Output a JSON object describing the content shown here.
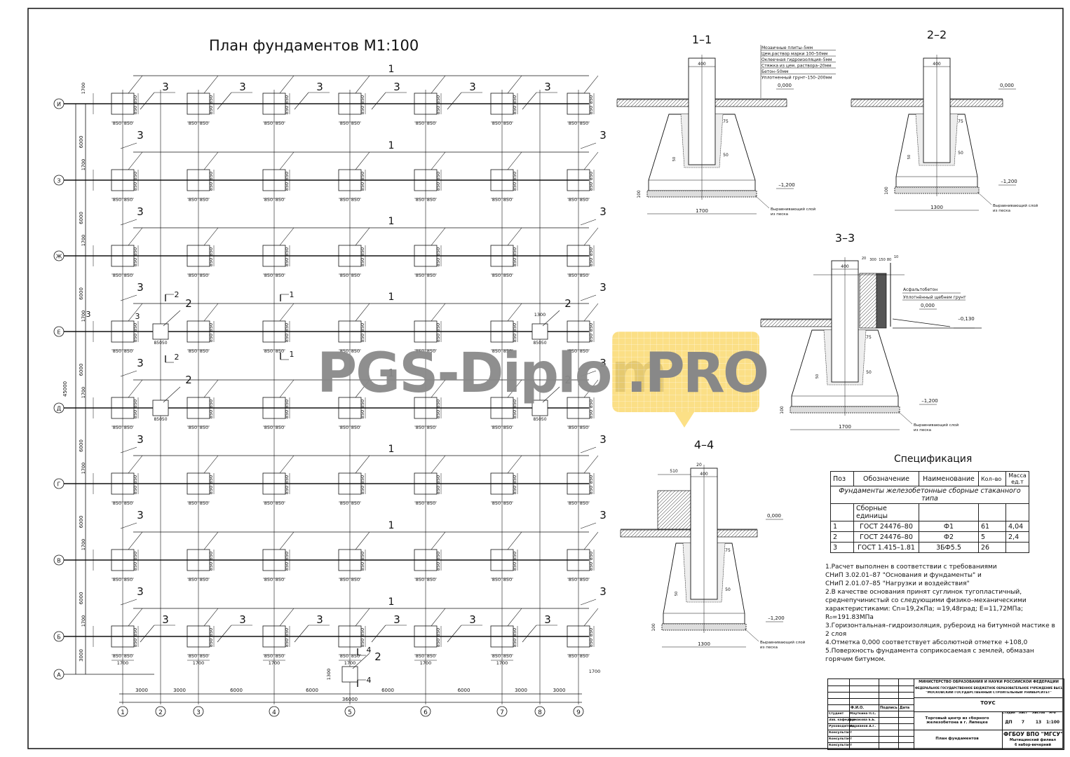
{
  "plan": {
    "title": "План фундаментов   М1:100",
    "rows": [
      "И",
      "З",
      "Ж",
      "Е",
      "Д",
      "Г",
      "В",
      "Б",
      "А"
    ],
    "cols": [
      "1",
      "2",
      "3",
      "4",
      "5",
      "6",
      "7",
      "8",
      "9"
    ],
    "row_spacing": [
      "6000",
      "6000",
      "6000",
      "6000",
      "6000",
      "6000",
      "6000",
      "3000"
    ],
    "row_total": "45000",
    "col_spacing": [
      "3000",
      "3000",
      "6000",
      "6000",
      "6000",
      "6000",
      "3000",
      "3000"
    ],
    "col_total": "36000",
    "half_dim": "850",
    "f1_dim": "1700",
    "f2_dim": "1300",
    "mark_beam": "1",
    "mark_f2": "2",
    "mark_strap": "3",
    "section_marks": [
      "1",
      "2",
      "3",
      "4"
    ]
  },
  "sections": {
    "s1": {
      "title": "1–1",
      "col": "400",
      "ground": "0,000",
      "bottom": "–1,200",
      "base": "1700",
      "pad": "100",
      "gap_top": "75",
      "gap_bot": "50",
      "gap_side": "50",
      "sand": "Выравнивающий слой",
      "sand2": "из песка",
      "layers": [
        "Мозаичные плиты–5мм",
        "Цем.раствор марки 100–50мм",
        "Оклеечная гидроизоляция–5мм",
        "Стяжка из цем. раствора–20мм",
        "Бетон–50мм",
        "Уплотненный грунт–150–200мм"
      ]
    },
    "s2": {
      "title": "2–2",
      "col": "400",
      "ground": "0,000",
      "bottom": "–1,200",
      "base": "1300",
      "pad": "100",
      "gap_top": "75",
      "gap_bot": "50",
      "gap_side": "50",
      "sand": "Выравнивающий слой",
      "sand2": "из песка"
    },
    "s3": {
      "title": "3–3",
      "col": "400",
      "ground": "0,000",
      "bottom": "–1,200",
      "base": "1700",
      "pad": "100",
      "gap_top": "75",
      "gap_bot": "50",
      "gap_side": "50",
      "sand": "Выравнивающий слой",
      "sand2": "из песка",
      "wall_dims": [
        "20",
        "300",
        "150",
        "80",
        "10"
      ],
      "outside": "–0,130",
      "layers": [
        "Асфальтобетон",
        "Уплотнённый щебнем грунт"
      ]
    },
    "s4": {
      "title": "4–4",
      "col": "400",
      "ground": "0,000",
      "bottom": "–1,200",
      "base": "1300",
      "pad": "100",
      "gap_top": "75",
      "gap_bot": "50",
      "gap_side": "50",
      "sand": "Выравнивающий слой",
      "sand2": "из песка",
      "wall_dims": [
        "510",
        "20"
      ]
    }
  },
  "spec": {
    "title": "Спецификация",
    "headers": [
      "Поз",
      "Обозначение",
      "Наименование",
      "Кол–во",
      "Масса ед.т"
    ],
    "group": "Фундаменты железобетонные сборные стаканного типа",
    "subgroup": "Сборные единицы",
    "rows": [
      [
        "1",
        "ГОСТ 24476–80",
        "Ф1",
        "61",
        "4,04"
      ],
      [
        "2",
        "ГОСТ 24476–80",
        "Ф2",
        "5",
        "2,4"
      ],
      [
        "3",
        "ГОСТ 1.415–1.81",
        "3БФ5.5",
        "26",
        ""
      ]
    ]
  },
  "notes": "1.Расчет выполнен в соответствии с требованиями\n  СНиП 3.02.01–87 \"Основания и фундаменты\" и\n  СНиП 2.01.07–85 \"Нагрузки и воздействия\"\n2.В качестве основания принят суглинок тугопластичный,\n  среднепучинистый со следующими физико–механическими\n  характеристиками: Сn=19,2кПа;       =19,48град; Е=11,72МПа;\nR₀=191.83МПа\n3.Горизонтальная–гидроизоляция, рубероид на битумной мастике в 2 слоя\n4.Отметка 0,000 соответствует абсолютной отметке +108,0\n5.Поверхность фундамента соприкосаемая с землей, обмазан горячим битумом.",
  "title_block": {
    "ministry": "МИНИСТЕРСТВО ОБРАЗОВАНИЯ И НАУКИ РОССИЙСКОЙ ФЕДЕРАЦИИ",
    "university": "ФЕДЕРАЛЬНОЕ ГОСУДАРСТВЕННОЕ БЮДЖЕТНОЕ ОБРАЗОВАТЕЛЬНОЕ УЧРЕЖДЕНИЕ ВЫСШЕГО ПРОФЕССИОНАЛЬНОГО ОБРАЗОВАНИЯ",
    "university2": "\"МОСКОВСКИЙ ГОСУДАРСТВЕННЫЙ СТРОИТЕЛЬНЫЙ УНИВЕРСИТЕТ\"",
    "dept": "ТОУС",
    "headers": [
      "Ф.И.О.",
      "Подпись",
      "Дата"
    ],
    "people": [
      [
        "Студент",
        "Мауткина П.С."
      ],
      [
        "Зав. кафедры",
        "Ермакова Е.Б."
      ],
      [
        "Руководитель",
        "Адрианов А.Г."
      ],
      [
        "Консультант",
        ""
      ],
      [
        "Консультант",
        ""
      ],
      [
        "Консультант",
        ""
      ]
    ],
    "project": "Торговый центр из сборного железобетона в г. Липецке",
    "sheet_name": "План фундаментов",
    "stage_headers": [
      "Стадия",
      "Лист",
      "Листов",
      "М-б"
    ],
    "stage_values": [
      "ДП",
      "7",
      "13",
      "1:100"
    ],
    "org": "ФГБОУ ВПО \"МГСУ\"",
    "org2": "Мытищинский филиал",
    "org3": "6 набор-вечерний"
  },
  "watermark": {
    "name": "PGS-Diplom",
    "suffix": ".PRO",
    "color": "#fbd868"
  }
}
